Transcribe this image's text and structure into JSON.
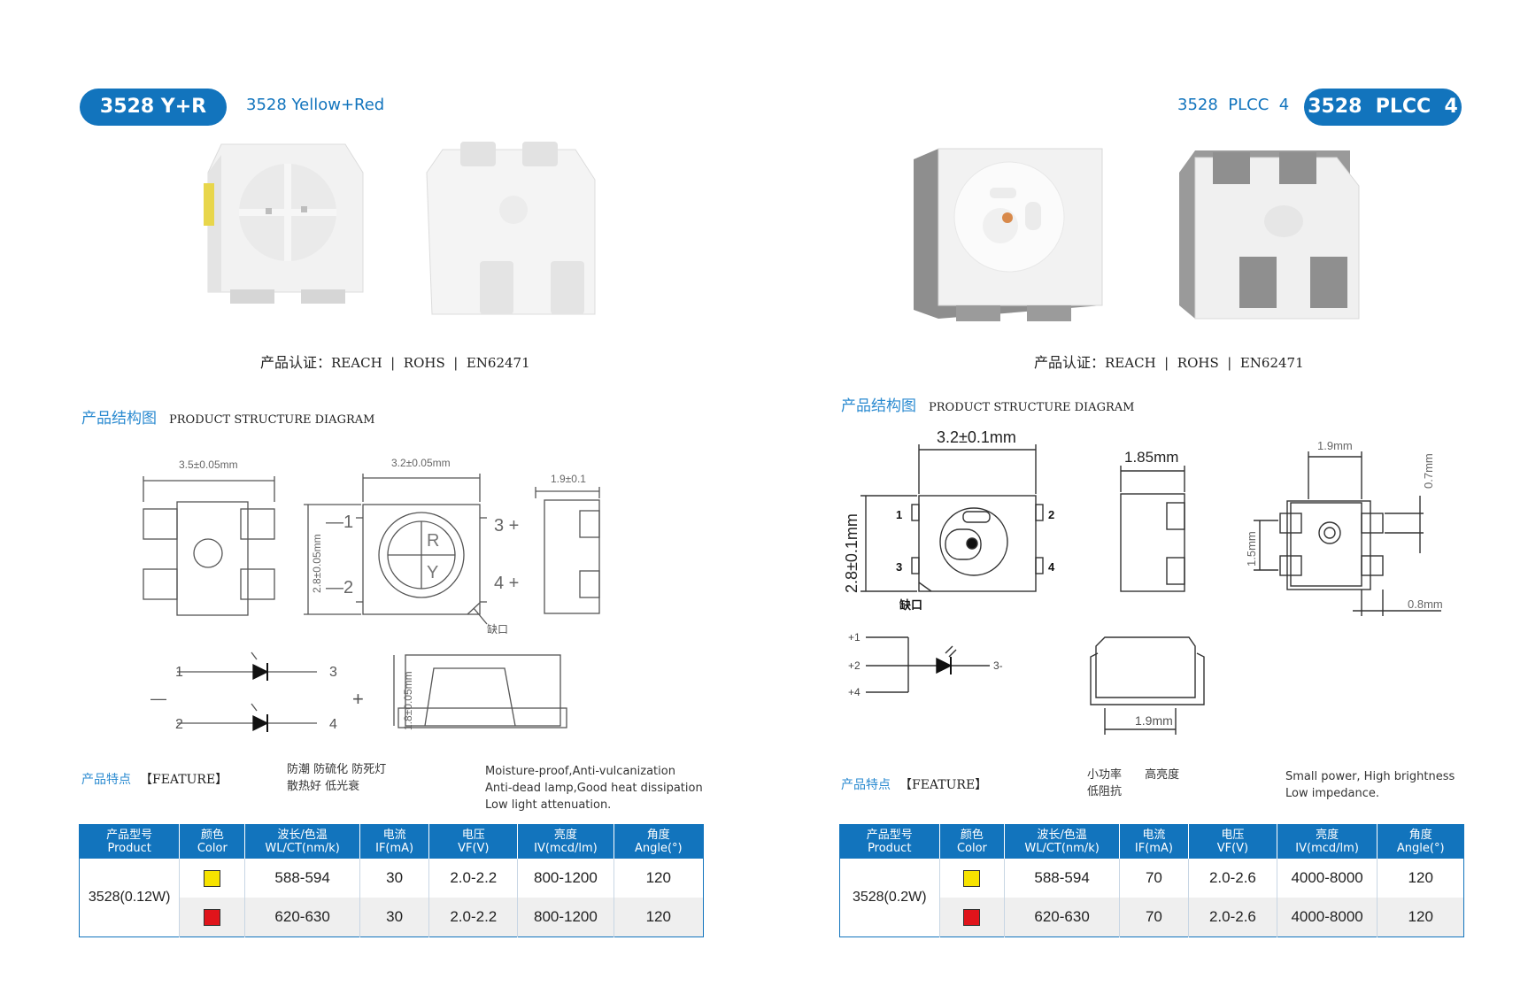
{
  "left": {
    "badge": "3528 Y+R",
    "subtitle": "3528 Yellow+Red",
    "cert_label": "产品认证：",
    "cert_items": "REACH  |  ROHS  |  EN62471",
    "structure_cn": "产品结构图",
    "structure_en": "PRODUCT  STRUCTURE DIAGRAM",
    "dims": {
      "d1": "3.5±0.05mm",
      "d2": "3.2±0.05mm",
      "d3": "1.9±0.1",
      "d4": "2.8±0.05mm",
      "d5": "1.8±0.05mm",
      "notch": "缺口"
    },
    "pins": {
      "p1": "1",
      "p2": "2",
      "p3": "3",
      "p4": "4",
      "pm1": "—1",
      "pm2": "—2",
      "pp3": "3 +",
      "pp4": "4 +",
      "r": "R",
      "y": "Y",
      "minus": "—",
      "plus": "+"
    },
    "feature_cn": "产品特点",
    "feature_en": "【FEATURE】",
    "feature_cn_desc": [
      "防潮  防硫化  防死灯",
      "散热好  低光衰"
    ],
    "feature_en_desc": [
      "Moisture-proof,Anti-vulcanization",
      "Anti-dead lamp,Good heat dissipation",
      "Low light attenuation."
    ],
    "table": {
      "headers": [
        [
          "产品型号",
          "Product"
        ],
        [
          "颜色",
          "Color"
        ],
        [
          "波长/色温",
          "WL/CT(nm/k)"
        ],
        [
          "电流",
          "IF(mA)"
        ],
        [
          "电压",
          "VF(V)"
        ],
        [
          "亮度",
          "IV(mcd/lm)"
        ],
        [
          "角度",
          "Angle(°)"
        ]
      ],
      "model": "3528(0.12W)",
      "rows": [
        {
          "color": "#f7e300",
          "wl": "588-594",
          "if": "30",
          "vf": "2.0-2.2",
          "iv": "800-1200",
          "angle": "120"
        },
        {
          "color": "#e0141b",
          "wl": "620-630",
          "if": "30",
          "vf": "2.0-2.2",
          "iv": "800-1200",
          "angle": "120"
        }
      ]
    }
  },
  "right": {
    "badge": "3528  PLCC  4",
    "subtitle": "3528  PLCC  4",
    "cert_label": "产品认证：",
    "cert_items": "REACH  |  ROHS  |  EN62471",
    "structure_cn": "产品结构图",
    "structure_en": "PRODUCT  STRUCTURE DIAGRAM",
    "dims": {
      "d1": "3.2±0.1mm",
      "d2": "2.8±0.1mm",
      "d3": "1.85mm",
      "d4": "1.9mm",
      "d5": "0.7mm",
      "d6": "1.5mm",
      "d7": "0.8mm",
      "d8": "1.9mm",
      "notch": "缺口"
    },
    "pins": {
      "p1": "1",
      "p2": "2",
      "p3": "3",
      "p4": "4",
      "c1": "+1",
      "c2": "+2",
      "c4": "+4",
      "c3": "3-"
    },
    "feature_cn": "产品特点",
    "feature_en": "【FEATURE】",
    "feature_cn_desc": [
      "小功率",
      "高亮度",
      "低阻抗"
    ],
    "feature_en_desc": [
      "Small power, High brightness",
      "Low impedance."
    ],
    "table": {
      "headers": [
        [
          "产品型号",
          "Product"
        ],
        [
          "颜色",
          "Color"
        ],
        [
          "波长/色温",
          "WL/CT(nm/k)"
        ],
        [
          "电流",
          "IF(mA)"
        ],
        [
          "电压",
          "VF(V)"
        ],
        [
          "亮度",
          "IV(mcd/lm)"
        ],
        [
          "角度",
          "Angle(°)"
        ]
      ],
      "model": "3528(0.2W)",
      "rows": [
        {
          "color": "#f7e300",
          "wl": "588-594",
          "if": "70",
          "vf": "2.0-2.6",
          "iv": "4000-8000",
          "angle": "120"
        },
        {
          "color": "#e0141b",
          "wl": "620-630",
          "if": "70",
          "vf": "2.0-2.6",
          "iv": "4000-8000",
          "angle": "120"
        }
      ]
    }
  }
}
